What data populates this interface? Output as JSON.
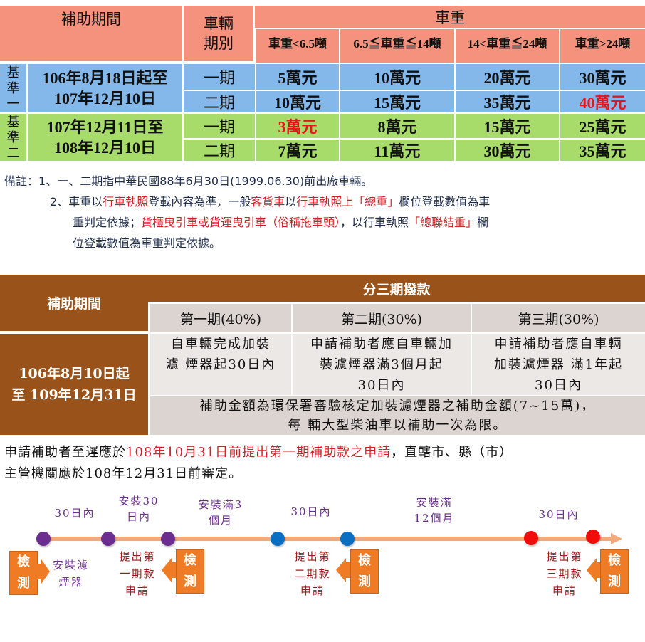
{
  "table1": {
    "header": {
      "period": "補助期間",
      "phase": "車輛\n期別",
      "phase_line1": "車輛",
      "phase_line2": "期別",
      "weight": "車重",
      "weight_classes": [
        "車重<6.5噸",
        "6.5≦車重≦14噸",
        "14<車重≦24噸",
        "車重>24噸"
      ]
    },
    "groups": [
      {
        "label_chars": [
          "基",
          "準",
          "一"
        ],
        "period_line1": "106年8月18日起至",
        "period_line2": "107年12月10日",
        "rows": [
          {
            "phase": "一期",
            "values": [
              "5萬元",
              "10萬元",
              "20萬元",
              "30萬元"
            ],
            "highlight": []
          },
          {
            "phase": "二期",
            "values": [
              "10萬元",
              "15萬元",
              "35萬元",
              "40萬元"
            ],
            "highlight": [
              3
            ]
          }
        ]
      },
      {
        "label_chars": [
          "基",
          "準",
          "二"
        ],
        "period_line1": "107年12月11日至",
        "period_line2": "108年12月10日",
        "rows": [
          {
            "phase": "一期",
            "values": [
              "3萬元",
              "8萬元",
              "15萬元",
              "25萬元"
            ],
            "highlight": [
              0
            ]
          },
          {
            "phase": "二期",
            "values": [
              "7萬元",
              "11萬元",
              "30萬元",
              "35萬元"
            ],
            "highlight": []
          }
        ]
      }
    ],
    "colors": {
      "header": "#f5927d",
      "group1": "#84b8ea",
      "group2": "#a7dc6a",
      "highlight": "#e8141c"
    }
  },
  "notes": {
    "prefix": "備註：",
    "note1": "1、一、二期指中華民國88年6月30日(1999.06.30)前出廠車輛。",
    "note2": {
      "n": "2、",
      "parts": [
        {
          "t": "車重以",
          "red": false
        },
        {
          "t": "行車執照",
          "red": true
        },
        {
          "t": "登載內容為準，一般",
          "red": false
        },
        {
          "t": "客貨車",
          "red": true
        },
        {
          "t": "以",
          "red": false
        },
        {
          "t": "行車執照上「總重」",
          "red": true
        },
        {
          "t": "欄位登載數值為車",
          "red": false
        }
      ],
      "line2_parts": [
        {
          "t": "重判定依據；",
          "red": false
        },
        {
          "t": "貨櫃曳引車或貨運曳引車（俗稱拖車頭）",
          "red": true
        },
        {
          "t": "，以行車執照",
          "red": false
        },
        {
          "t": "「總聯結重」",
          "red": true
        },
        {
          "t": "欄",
          "red": false
        }
      ],
      "line3": "位登載數值為車重判定依據。"
    }
  },
  "table2": {
    "period_header": "補助期間",
    "payment_header": "分三期撥款",
    "phases": [
      "第一期(40%)",
      "第二期(30%)",
      "第三期(30%)"
    ],
    "period_line1": "106年8月10日起",
    "period_line2": "至 109年12月31日",
    "conditions": [
      [
        "自車輛完成加裝",
        "濾 煙器起30日內"
      ],
      [
        "申請補助者應自車輛加",
        "裝濾煙器滿3個月起",
        "30日內"
      ],
      [
        "申請補助者應自車輛",
        "加裝濾煙器 滿1年起",
        "30日內"
      ]
    ],
    "footer_line1": "補助金額為環保署審驗核定加裝濾煙器之補助金額(7~15萬)，",
    "footer_line2": "每 輛大型柴油車以補助一次為限。",
    "colors": {
      "header": "#98521a",
      "phase_bg": "#dcd4d0",
      "body_bg": "#ece8e6"
    }
  },
  "deadline": {
    "line1_a": "申請補助者至遲應於",
    "line1_red": "108年10月31日前提出第一期補助款之申請",
    "line1_b": "，直轄市、縣（市）",
    "line2": "主管機關應於108年12月31日前審定。"
  },
  "timeline": {
    "top_labels": [
      {
        "lines": [
          "30日內"
        ]
      },
      {
        "lines": [
          "安裝30",
          "日內"
        ]
      },
      {
        "lines": [
          "安裝滿3",
          "個月"
        ]
      },
      {
        "lines": [
          "30日內"
        ]
      },
      {
        "lines": [
          "安裝滿",
          "12個月"
        ]
      },
      {
        "lines": [
          "30日內"
        ]
      }
    ],
    "steps": [
      {
        "lines": [
          "安裝濾",
          "煙器"
        ],
        "color": "purple"
      },
      {
        "lines": [
          "提出第",
          "一期款",
          "申請"
        ],
        "color": "red"
      },
      {
        "lines": [
          "提出第",
          "二期款",
          "申請"
        ],
        "color": "red"
      },
      {
        "lines": [
          "提出第",
          "三期款",
          "申請"
        ],
        "color": "red"
      }
    ],
    "inspect_label": [
      "檢",
      "測"
    ],
    "dot_colors": {
      "purple": "#6b2d8f",
      "blue": "#0b6fc1",
      "red": "#f20c0c"
    },
    "line_color": "#f4a97a",
    "box_color": "#f07b25"
  }
}
